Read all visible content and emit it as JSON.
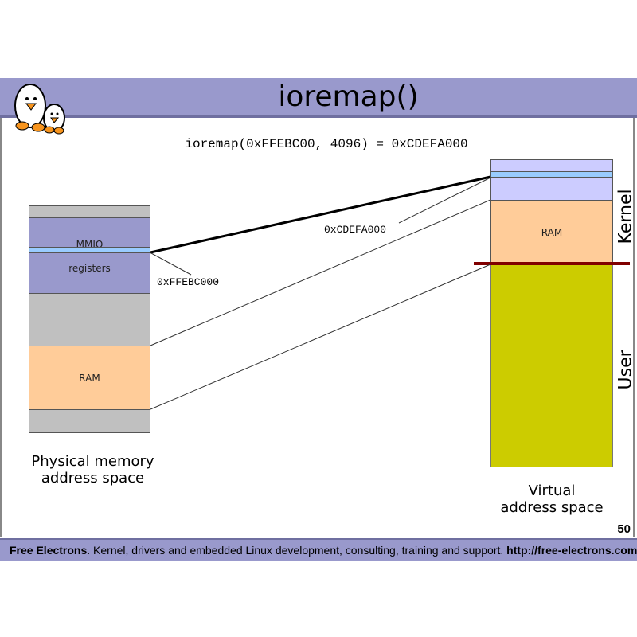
{
  "slide": {
    "title": "ioremap()",
    "page_number": "50",
    "colors": {
      "header": "#9999cc",
      "gray": "#c0c0c0",
      "mmio": "#9999cc",
      "register": "#99ccff",
      "ram": "#ffcc99",
      "kernel_other": "#ccccff",
      "user": "#cccc00",
      "boundary": "#800000"
    }
  },
  "diagram": {
    "call_text": "ioremap(0xFFEBC00, 4096) = 0xCDEFA000",
    "physical": {
      "caption_line1": "Physical memory",
      "caption_line2": "address space",
      "mmio_label_top": "MMIO",
      "mmio_label_bottom": "registers",
      "ram_label": "RAM",
      "address_label": "0xFFEBC000"
    },
    "virtual": {
      "caption_line1": "Virtual",
      "caption_line2": "address space",
      "ram_label": "RAM",
      "address_label": "0xCDEFA000",
      "kernel_label": "Kernel",
      "user_label": "User"
    }
  },
  "footer": {
    "brand": "Free Electrons",
    "text": ". Kernel, drivers and embedded Linux development, consulting, training and support. ",
    "url": "http://free-electrons.com"
  }
}
